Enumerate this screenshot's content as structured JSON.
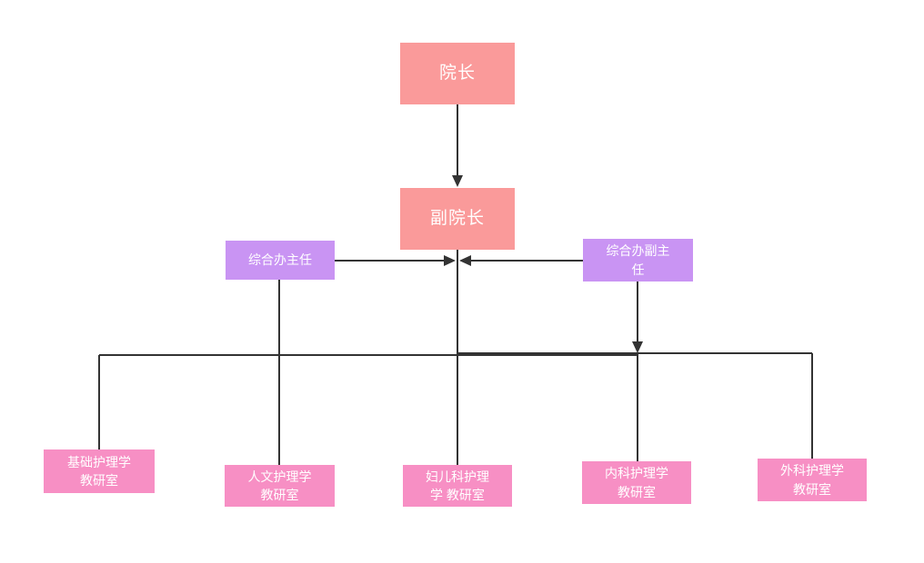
{
  "diagram": {
    "title": "nursing-school-org-chart",
    "background_color": "#ffffff",
    "line_color": "#333333",
    "node_colors": {
      "leader": "#FA9A9A",
      "office": "#C994F3",
      "department": "#F78FC4"
    },
    "nodes": {
      "dean": {
        "label": "院长",
        "color": "#FA9A9A"
      },
      "vice_dean": {
        "label": "副院长",
        "color": "#FA9A9A"
      },
      "office_director": {
        "label": "综合办主任",
        "color": "#C994F3"
      },
      "office_deputy": {
        "label": "综合办副主\n任",
        "color": "#C994F3"
      },
      "dept_basic": {
        "label": "基础护理学\n教研室",
        "color": "#F78FC4"
      },
      "dept_humanistic": {
        "label": "人文护理学\n教研室",
        "color": "#F78FC4"
      },
      "dept_maternal": {
        "label": "妇儿科护理\n学  教研室",
        "color": "#F78FC4"
      },
      "dept_internal": {
        "label": "内科护理学\n教研室",
        "color": "#F78FC4"
      },
      "dept_surgical": {
        "label": "外科护理学\n教研室",
        "color": "#F78FC4"
      }
    },
    "edges": [
      {
        "from": "dean",
        "to": "vice_dean",
        "arrow": "down"
      },
      {
        "from": "office_director",
        "to": "vice_dean_bottom_junction",
        "arrow": "right"
      },
      {
        "from": "office_deputy",
        "to": "vice_dean_bottom_junction",
        "arrow": "left"
      },
      {
        "from": "office_deputy",
        "to": "bus",
        "arrow": "down"
      },
      {
        "from": "vice_dean",
        "to": "dept_maternal",
        "arrow": "none"
      },
      {
        "from": "office_director",
        "to": "dept_humanistic",
        "arrow": "none"
      },
      {
        "from": "bus",
        "to": "dept_basic",
        "arrow": "none"
      },
      {
        "from": "bus",
        "to": "dept_internal",
        "arrow": "none"
      },
      {
        "from": "bus",
        "to": "dept_surgical",
        "arrow": "none"
      }
    ]
  }
}
